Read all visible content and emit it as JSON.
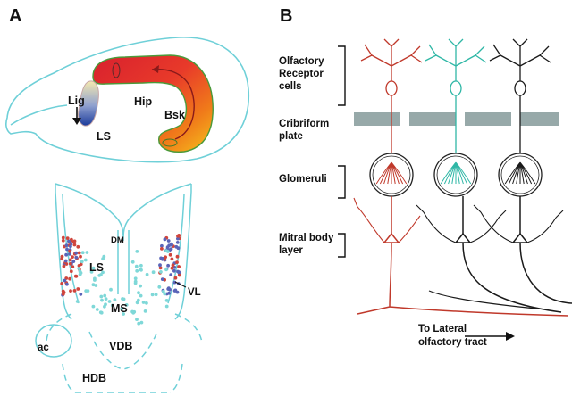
{
  "panels": {
    "a": {
      "letter": "A",
      "sagittal": {
        "hip": "Hip",
        "bsk": "Bsk",
        "lig": "Lig",
        "ls": "LS"
      },
      "coronal": {
        "dm": "DM",
        "ls": "LS",
        "ms": "MS",
        "vl": "VL",
        "ac": "ac",
        "vdb": "VDB",
        "hdb": "HDB"
      }
    },
    "b": {
      "letter": "B",
      "labels": {
        "olfactory_line1": "Olfactory",
        "olfactory_line2": "Receptor",
        "olfactory_line3": "cells",
        "cribriform_line1": "Cribriform",
        "cribriform_line2": "plate",
        "glomeruli": "Glomeruli",
        "mitral_line1": "Mitral body",
        "mitral_line2": "layer",
        "tract_line1": "To Lateral",
        "tract_line2": "olfactory tract"
      }
    }
  },
  "colors": {
    "outline": "#6fd0d8",
    "red_cell": "#c0392b",
    "teal_cell": "#2fb7a6",
    "black_cell": "#1a1a1a",
    "plate": "#97a9a9",
    "blue_dot": "#5a64b8",
    "red_dot": "#d0453c",
    "teal_dot": "#7fd8d8"
  }
}
